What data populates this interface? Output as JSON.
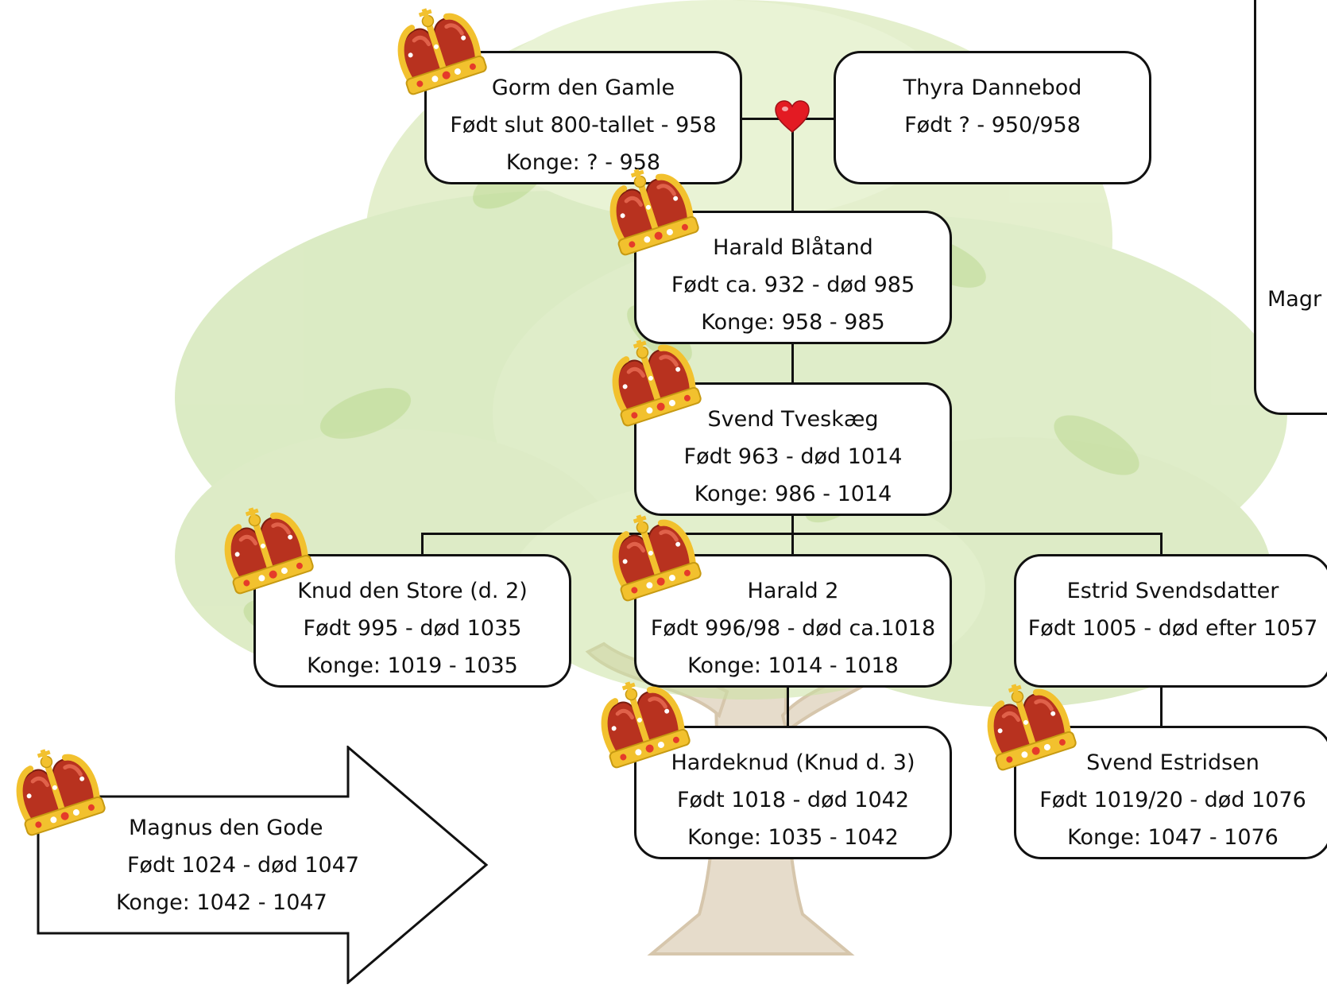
{
  "nodes": {
    "gorm": {
      "name": "Gorm den Gamle",
      "born": "Født slut 800-tallet - 958",
      "reign": "Konge: ? - 958"
    },
    "thyra": {
      "name": "Thyra Dannebod",
      "born": "Født ? - 950/958"
    },
    "harald": {
      "name": "Harald Blåtand",
      "born": "Født ca. 932 - død 985",
      "reign": "Konge: 958 - 985"
    },
    "svend": {
      "name": "Svend Tveskæg",
      "born": "Født 963 - død 1014",
      "reign": "Konge: 986 - 1014"
    },
    "knud": {
      "name": "Knud den Store (d. 2)",
      "born": "Født 995 - død 1035",
      "reign": "Konge: 1019 - 1035"
    },
    "harald2": {
      "name": "Harald 2",
      "born": "Født 996/98 -  død ca.1018",
      "reign": "Konge: 1014 - 1018"
    },
    "estrid": {
      "name": "Estrid Svendsdatter",
      "born": "Født 1005 - død efter 1057"
    },
    "hardeknud": {
      "name": "Hardeknud (Knud d. 3)",
      "born": "Født 1018 - død 1042",
      "reign": "Konge: 1035 - 1042"
    },
    "svendE": {
      "name": "Svend Estridsen",
      "born": "Født 1019/20 - død 1076",
      "reign": "Konge:  1047 - 1076"
    }
  },
  "arrow_box": {
    "name": "Magnus den Gode",
    "born": "Født 1024 - død 1047",
    "reign": "Konge: 1042 - 1047"
  },
  "clipped_box": {
    "text": "Magr"
  },
  "colors": {
    "crown_gold": "#F2C12E",
    "crown_red": "#B8321F",
    "heart": "#E31B23",
    "tree_leaf": "#B9D98A",
    "tree_trunk": "#D9C9B0"
  }
}
